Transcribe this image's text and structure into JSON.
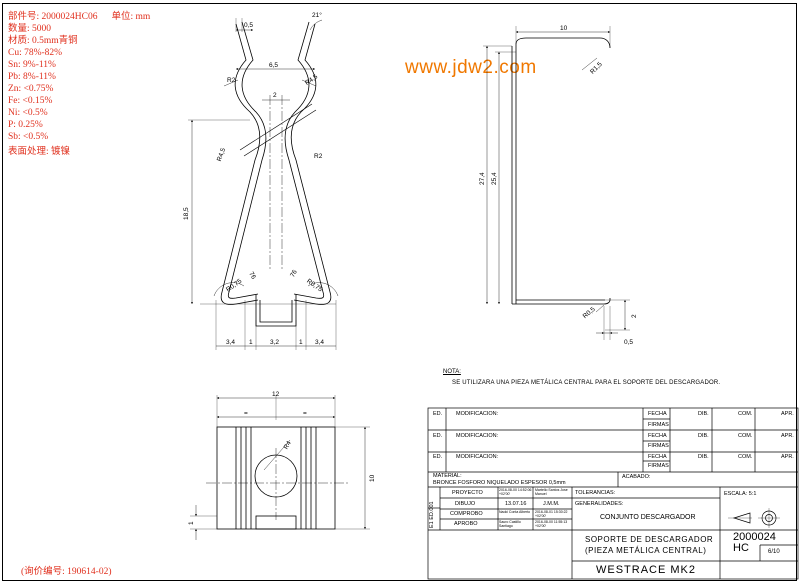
{
  "spec": {
    "part_no": "部件号: 2000024HC06",
    "unit": "单位: mm",
    "qty": "数量: 5000",
    "material": "材质: 0.5mm青铜",
    "cu": "Cu: 78%-82%",
    "sn": "Sn: 9%-11%",
    "pb": "Pb: 8%-11%",
    "zn": "Zn: <0.75%",
    "fe": "Fe: <0.15%",
    "ni": "Ni: <0.5%",
    "p": "P: 0.25%",
    "sb": "Sb: <0.5%",
    "surface": "表面处理: 镀镍"
  },
  "inquiry": "(询价编号: 190614-02)",
  "watermark": "www.jdw2.com",
  "dims": {
    "d_05_top": "0,5",
    "d_21": "21°",
    "d_65": "6,5",
    "d_r2_top": "R2",
    "d_r45_top": "R4,5",
    "d_2": "2",
    "d_r45_mid": "R4,5",
    "d_r2_mid": "R2",
    "d_185": "18,5",
    "d_r075_l": "R0,75",
    "d_r075_r": "R0,75",
    "d_76_l": "76",
    "d_76_r": "76",
    "d_34_l": "3,4",
    "d_1_l": "1",
    "d_32": "3,2",
    "d_1_r": "1",
    "d_34_r": "3,4",
    "d_10": "10",
    "d_r15": "R1,5",
    "d_274": "27,4",
    "d_254": "25,4",
    "d_r05": "R0,5",
    "d_2_side": "2",
    "d_05_side": "0,5",
    "d_12": "12",
    "d_eq1": "=",
    "d_eq2": "=",
    "d_r4": "R4",
    "d_10_bot": "10",
    "d_1_bot": "1"
  },
  "note": {
    "heading": "NOTA:",
    "text": "SE UTILIZARA UNA PIEZA METÁLICA CENTRAL PARA EL SOPORTE DEL DESCARGADOR."
  },
  "titleblock": {
    "ed": "ED.",
    "modificacion": "MODIFICACION:",
    "fecha": "FECHA",
    "firmas": "FIRMAS",
    "dib": "DIB.",
    "com": "COM.",
    "apr": "APR.",
    "material_label": "MATERIAL:",
    "material_value": "BRONCE FOSFORO NIQUELADO ESPESOR 0,5mm",
    "acabado": "ACABADO:",
    "tolerancias": "TOLERANCIAS:",
    "generalidades": "GENERALIDADES:",
    "proyecto": "PROYECTO",
    "dibujo": "DIBUJO",
    "comprobo": "COMPROBO",
    "aprobo": "APROBO",
    "p_date": "2016-08-00 14:52:06 +02'00'",
    "p_name": "Martello Santos Jose Manuel",
    "d_date": "13.07.16",
    "d_name": "J.M.M.",
    "c_name": "Naoki Conta Alberto",
    "c_date": "2016-08-01 15:30:22 +02'00'",
    "a_name": "Sauro Castillo Santiago",
    "a_date": "2016-08-00 11:55:13 +02'00'",
    "side_label": "E1 ED.001",
    "escala": "ESCALA: 5:1",
    "conjunto": "CONJUNTO DESCARGADOR",
    "title1": "SOPORTE DE DESCARGADOR",
    "title2": "(PIEZA METÁLICA CENTRAL)",
    "code": "2000024 HC",
    "sheet": "6/10",
    "product": "WESTRACE MK2"
  }
}
